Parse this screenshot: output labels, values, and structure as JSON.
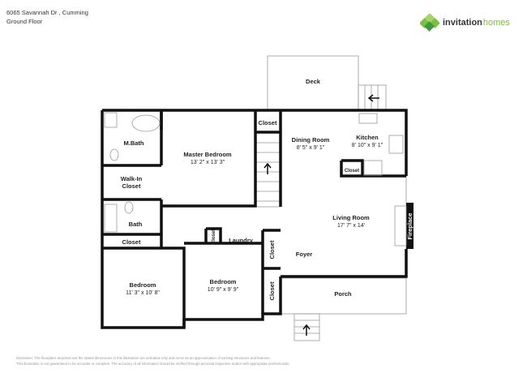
{
  "header": {
    "address": "6065 Savannah Dr , Cumming",
    "floor": "Ground Floor"
  },
  "logo": {
    "word1": "invitation",
    "word2": "homes",
    "colors": [
      "#7bbf3f",
      "#3f9a3a",
      "#a6d36a"
    ]
  },
  "rooms": {
    "deck": {
      "label": "Deck"
    },
    "mbath": {
      "label": "M.Bath"
    },
    "master": {
      "label": "Master Bedroom",
      "dim": "13' 2\" x 13' 3\""
    },
    "closet_master": {
      "label": "Closet"
    },
    "dining": {
      "label": "Dining Room",
      "dim": "8' 5\" x 9' 1\""
    },
    "kitchen": {
      "label": "Kitchen",
      "dim": "8' 10\" x 9' 1\""
    },
    "closet_kitchen": {
      "label": "Closet"
    },
    "walkin": {
      "label1": "Walk-In",
      "label2": "Closet"
    },
    "bath": {
      "label": "Bath"
    },
    "living": {
      "label": "Living Room",
      "dim": "17' 7\" x 14'"
    },
    "fireplace": {
      "label": "Fireplace"
    },
    "closet_left": {
      "label": "Closet"
    },
    "closet_laundry": {
      "label": "Closet"
    },
    "laundry": {
      "label": "Laundry"
    },
    "closet_hall": {
      "label": "Closet"
    },
    "foyer": {
      "label": "Foyer"
    },
    "bedroom1": {
      "label": "Bedroom",
      "dim": "11' 3\" x 10' 8\""
    },
    "bedroom2": {
      "label": "Bedroom",
      "dim": "10' 9\" x 9' 9\""
    },
    "closet_bed2": {
      "label": "Closet"
    },
    "porch": {
      "label": "Porch"
    }
  },
  "disclaimer": {
    "line1": "Disclaimer: The floorplans depicted and the stated dimensions in this illustration are indicative only and serve as an approximation of existing structures and features.",
    "line2": "This illustration is not guaranteed to be accurate or complete. The accuracy of all information should be verified through personal inspection and/or with appropriate professionals."
  }
}
